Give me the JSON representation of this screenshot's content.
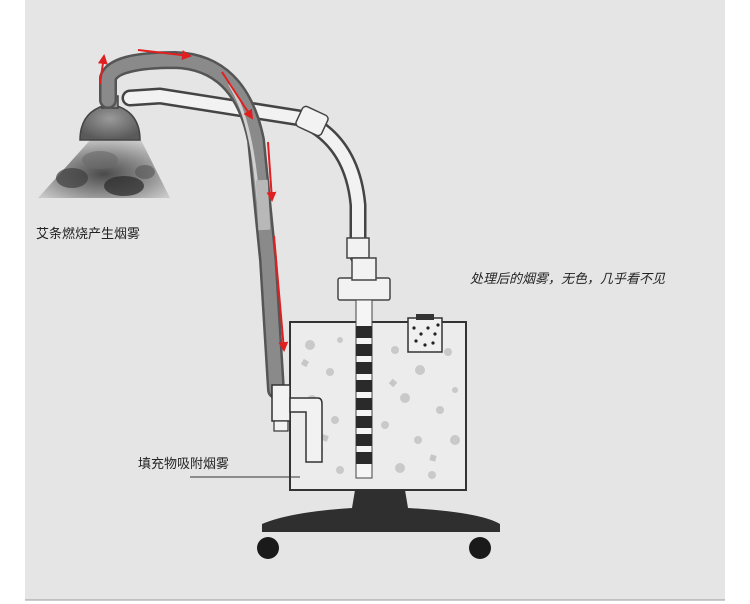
{
  "labels": {
    "smoke_source": "艾条燃烧产生烟雾",
    "processed_smoke": "处理后的烟雾，无色，几乎看不见",
    "filter_adsorb": "填充物吸附烟雾"
  },
  "colors": {
    "background_panel": "#e5e5e5",
    "flow_arrow": "#e02020",
    "housing_fill": "#ececec",
    "base_fill": "#2f2f2f"
  }
}
